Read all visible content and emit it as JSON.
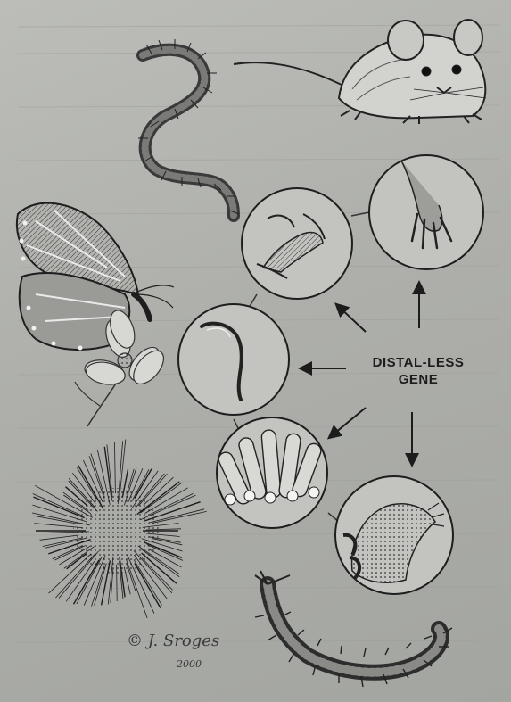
{
  "diagram": {
    "center_label_line1": "DISTAL-LESS",
    "center_label_line2": "GENE",
    "signature_name": "J. Sroges",
    "signature_year": "2000",
    "ink_color": "#2a2a2a",
    "paper_color": "#b2b3af",
    "organisms": [
      "centipede",
      "mouse",
      "butterfly",
      "flower",
      "sea urchin",
      "marine worm"
    ],
    "magnified_circles": [
      "mouse foot",
      "butterfly leg",
      "centipede leg",
      "sea urchin tube feet",
      "worm parapodium",
      "butterfly wing"
    ]
  }
}
